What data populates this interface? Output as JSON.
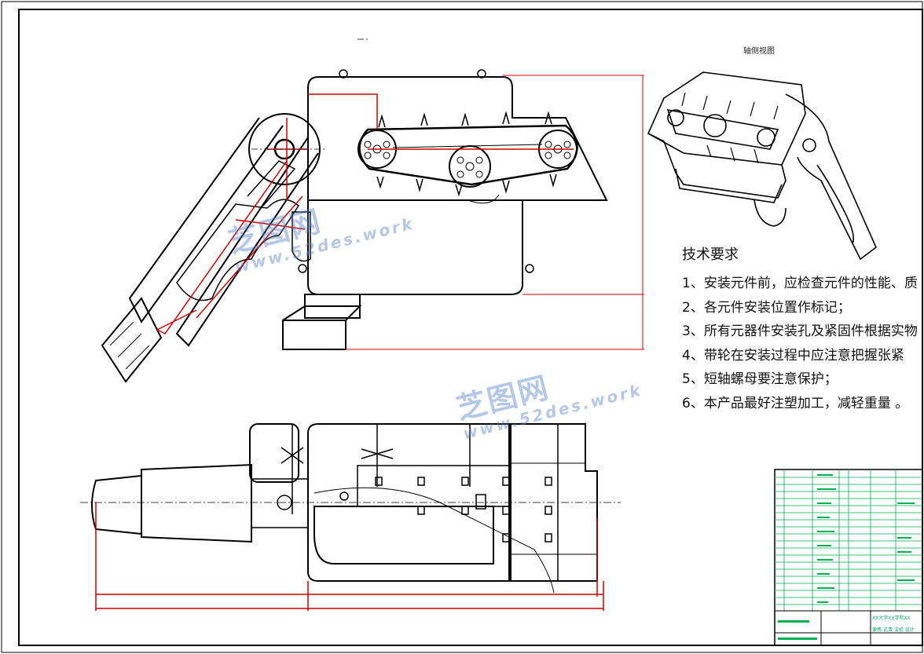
{
  "view_label": "轴侧视图",
  "technical_requirements": {
    "title": "技术要求",
    "items": [
      "1、安装元件前，应检查元件的性能、质",
      "2、各元件安装位置作标记；",
      "3、所有元器件安装孔及紧固件根据实物",
      "4、带轮在安装过程中应注意把握张紧",
      "5、短轴螺母要注意保护；",
      "6、本产品最好注塑加工，减轻重量 。"
    ]
  },
  "watermark": {
    "brand": "芝图网",
    "url": "www.52des.work"
  },
  "title_block": {
    "school_line": "XX大学XX学院XX",
    "drawing_line": "便携 式清 洁机 设计"
  },
  "colors": {
    "line": "#000000",
    "dimension": "#d40000",
    "title_block": "#00b050",
    "watermark": "#5a82c8"
  }
}
